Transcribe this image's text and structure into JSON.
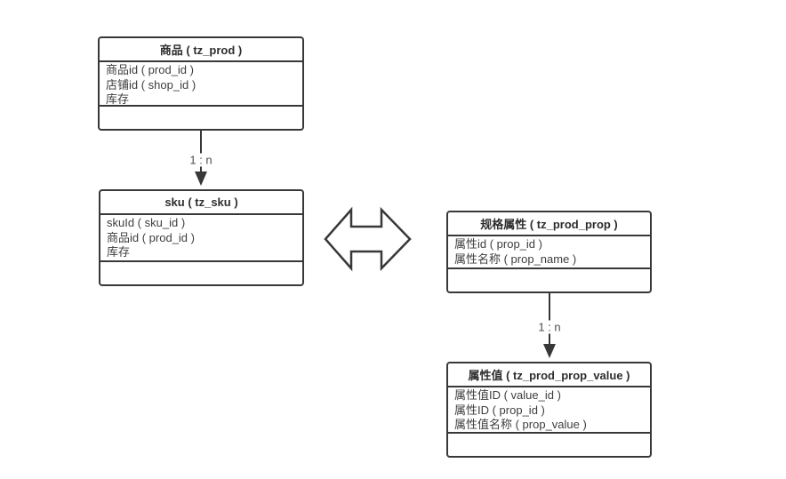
{
  "diagram": {
    "background": "#ffffff",
    "line_color": "#383838",
    "entities": [
      {
        "id": "prod",
        "title": "商品 ( tz_prod )",
        "rows": [
          "商品id ( prod_id )",
          "店铺id ( shop_id )",
          "库存"
        ]
      },
      {
        "id": "sku",
        "title": "sku ( tz_sku )",
        "rows": [
          "skuId ( sku_id )",
          "商品id ( prod_id )",
          "库存"
        ]
      },
      {
        "id": "prod_prop",
        "title": "规格属性 ( tz_prod_prop )",
        "rows": [
          "属性id ( prop_id )",
          "属性名称 ( prop_name )"
        ]
      },
      {
        "id": "prop_value",
        "title": "属性值 ( tz_prod_prop_value )",
        "rows": [
          "属性值ID ( value_id )",
          "属性ID ( prop_id )",
          "属性值名称 ( prop_value )"
        ]
      }
    ],
    "relations": [
      {
        "from": "prod",
        "to": "sku",
        "label": "1 : n",
        "type": "arrow"
      },
      {
        "from": "prod_prop",
        "to": "prop_value",
        "label": "1 : n",
        "type": "arrow"
      },
      {
        "between": [
          "sku",
          "prod_prop"
        ],
        "label": "",
        "type": "double-arrow"
      }
    ]
  }
}
